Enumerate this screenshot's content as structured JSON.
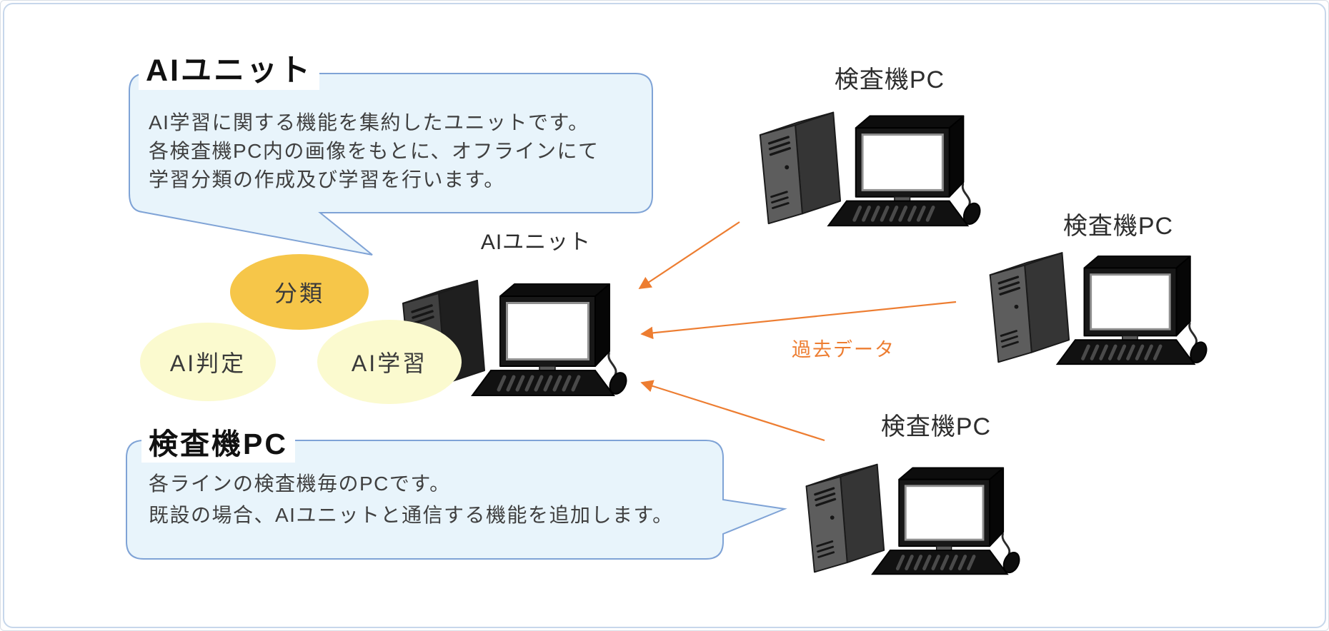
{
  "callouts": {
    "ai_unit": {
      "title": "AIユニット",
      "lines": [
        "AI学習に関する機能を集約したユニットです。",
        "各検査機PC内の画像をもとに、オフラインにて",
        "学習分類の作成及び学習を行います。"
      ]
    },
    "inspection_pc": {
      "title": "検査機PC",
      "lines": [
        "各ラインの検査機毎のPCです。",
        "既設の場合、AIユニットと通信する機能を追加します。"
      ]
    }
  },
  "function_bubbles": [
    {
      "label": "分類",
      "fill": "#F6C649"
    },
    {
      "label": "AI判定",
      "fill": "#FBFACF"
    },
    {
      "label": "AI学習",
      "fill": "#FBFACF"
    }
  ],
  "nodes": {
    "ai_unit": {
      "label": "AIユニット"
    },
    "inspection_pc_top": {
      "label": "検査機PC"
    },
    "inspection_pc_middle": {
      "label": "検査機PC"
    },
    "inspection_pc_bottom": {
      "label": "検査機PC"
    }
  },
  "data_flow": {
    "label": "過去データ",
    "color": "#ED7D31"
  },
  "colors": {
    "callout_fill": "#E8F4FB",
    "callout_border": "#7FA3D6",
    "arrow": "#ED7D31",
    "classify_fill": "#F6C649",
    "pale_fill": "#FBFACF"
  }
}
